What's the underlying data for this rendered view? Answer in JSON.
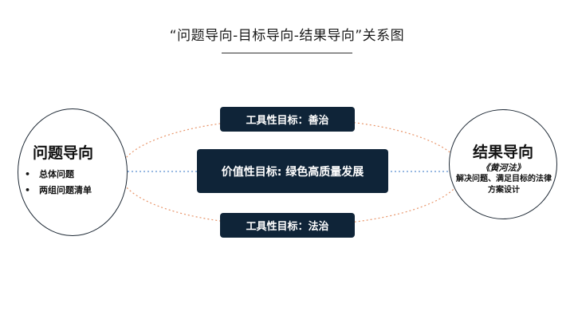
{
  "title": "“问题导向-目标导向-结果导向”关系图",
  "left": {
    "title": "问题导向",
    "bullets": [
      "总体问题",
      "两组问题清单"
    ]
  },
  "right": {
    "title": "结果导向",
    "subtitle": "《黄河法》",
    "description": "解决问题、满足目标的法律方案设计"
  },
  "boxes": {
    "top": "工具性目标：善治",
    "middle": "价值性目标:  绿色高质量发展",
    "bottom": "工具性目标：法治"
  },
  "colors": {
    "box_fill": "#0f2438",
    "dotted_orange": "#e8956a",
    "dotted_blue": "#5b8fd0"
  }
}
